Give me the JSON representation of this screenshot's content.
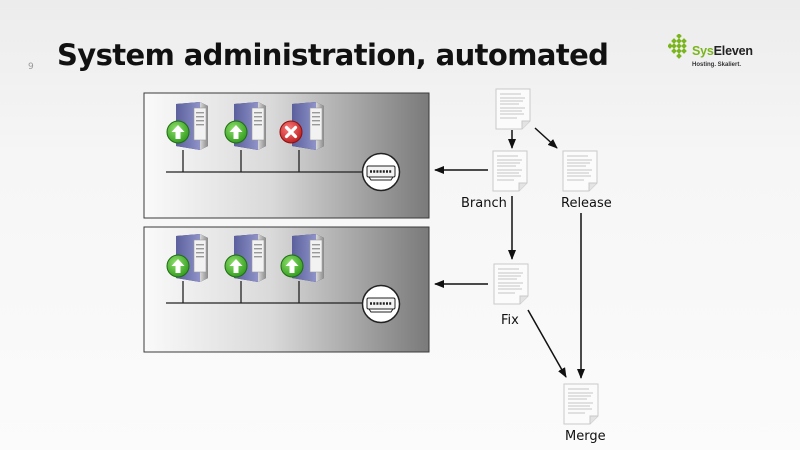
{
  "slide": {
    "number": "9",
    "title": "System administration, automated"
  },
  "logo": {
    "name_accent": "Sys",
    "name_rest": "Eleven",
    "tagline": "Hosting. Skaliert."
  },
  "environments": [
    {
      "servers": [
        {
          "status": "up"
        },
        {
          "status": "up"
        },
        {
          "status": "down"
        }
      ]
    },
    {
      "servers": [
        {
          "status": "up"
        },
        {
          "status": "up"
        },
        {
          "status": "up"
        }
      ]
    }
  ],
  "workflow": {
    "branch_label": "Branch",
    "release_label": "Release",
    "fix_label": "Fix",
    "merge_label": "Merge"
  },
  "colors": {
    "status_up": "#4cb82e",
    "status_down": "#d63a3a",
    "brand_green": "#7ab51d"
  },
  "icons": [
    "server-icon",
    "status-up-icon",
    "status-down-icon",
    "network-switch-icon",
    "document-icon",
    "logo-mark-icon"
  ]
}
